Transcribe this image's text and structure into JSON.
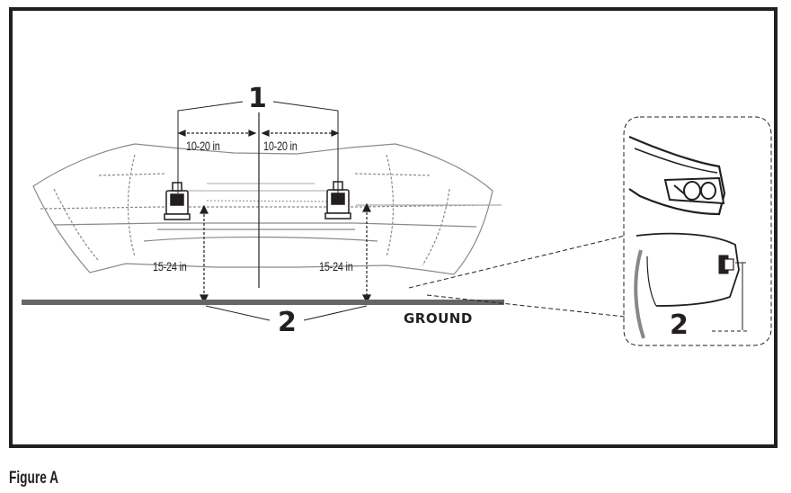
{
  "figure": {
    "caption": "Figure A",
    "callouts": {
      "spacing": "1",
      "height": "2",
      "inset_height": "2"
    },
    "dimensions": {
      "left_horizontal": "10-20 in",
      "right_horizontal": "10-20 in",
      "left_vertical": "15-24 in",
      "right_vertical": "15-24 in"
    },
    "ground_label": "GROUND"
  },
  "colors": {
    "ink": "#231f20",
    "ground": "#666666",
    "line_gray": "#8a8a8a"
  }
}
